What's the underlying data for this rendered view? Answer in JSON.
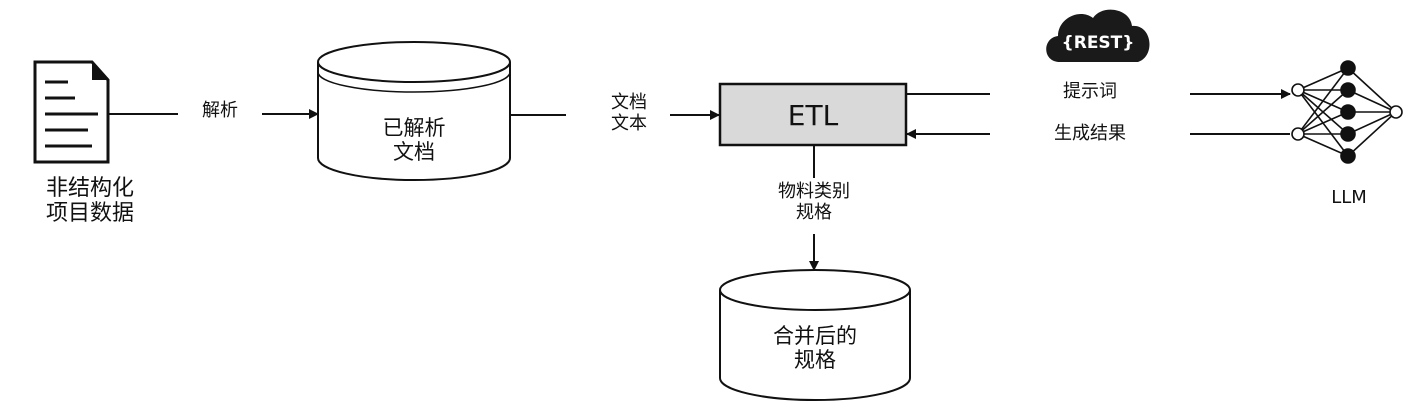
{
  "source": {
    "label_line1": "非结构化",
    "label_line2": "项目数据",
    "icon": "document-icon"
  },
  "edge_parse": {
    "label": "解析"
  },
  "parsed_store": {
    "line1": "已解析",
    "line2": "文档"
  },
  "edge_doc_text": {
    "line1": "文档",
    "line2": "文本"
  },
  "etl": {
    "label": "ETL",
    "fill": "#d9d9d9"
  },
  "edge_prompt": {
    "label": "提示词"
  },
  "edge_result": {
    "label": "生成结果"
  },
  "rest": {
    "label": "{REST}",
    "icon": "cloud-icon",
    "color": "#1a1a1a"
  },
  "llm": {
    "label": "LLM",
    "icon": "neural-network-icon"
  },
  "edge_spec": {
    "line1": "物料类别",
    "line2": "规格"
  },
  "merged_store": {
    "line1": "合并后的",
    "line2": "规格"
  }
}
